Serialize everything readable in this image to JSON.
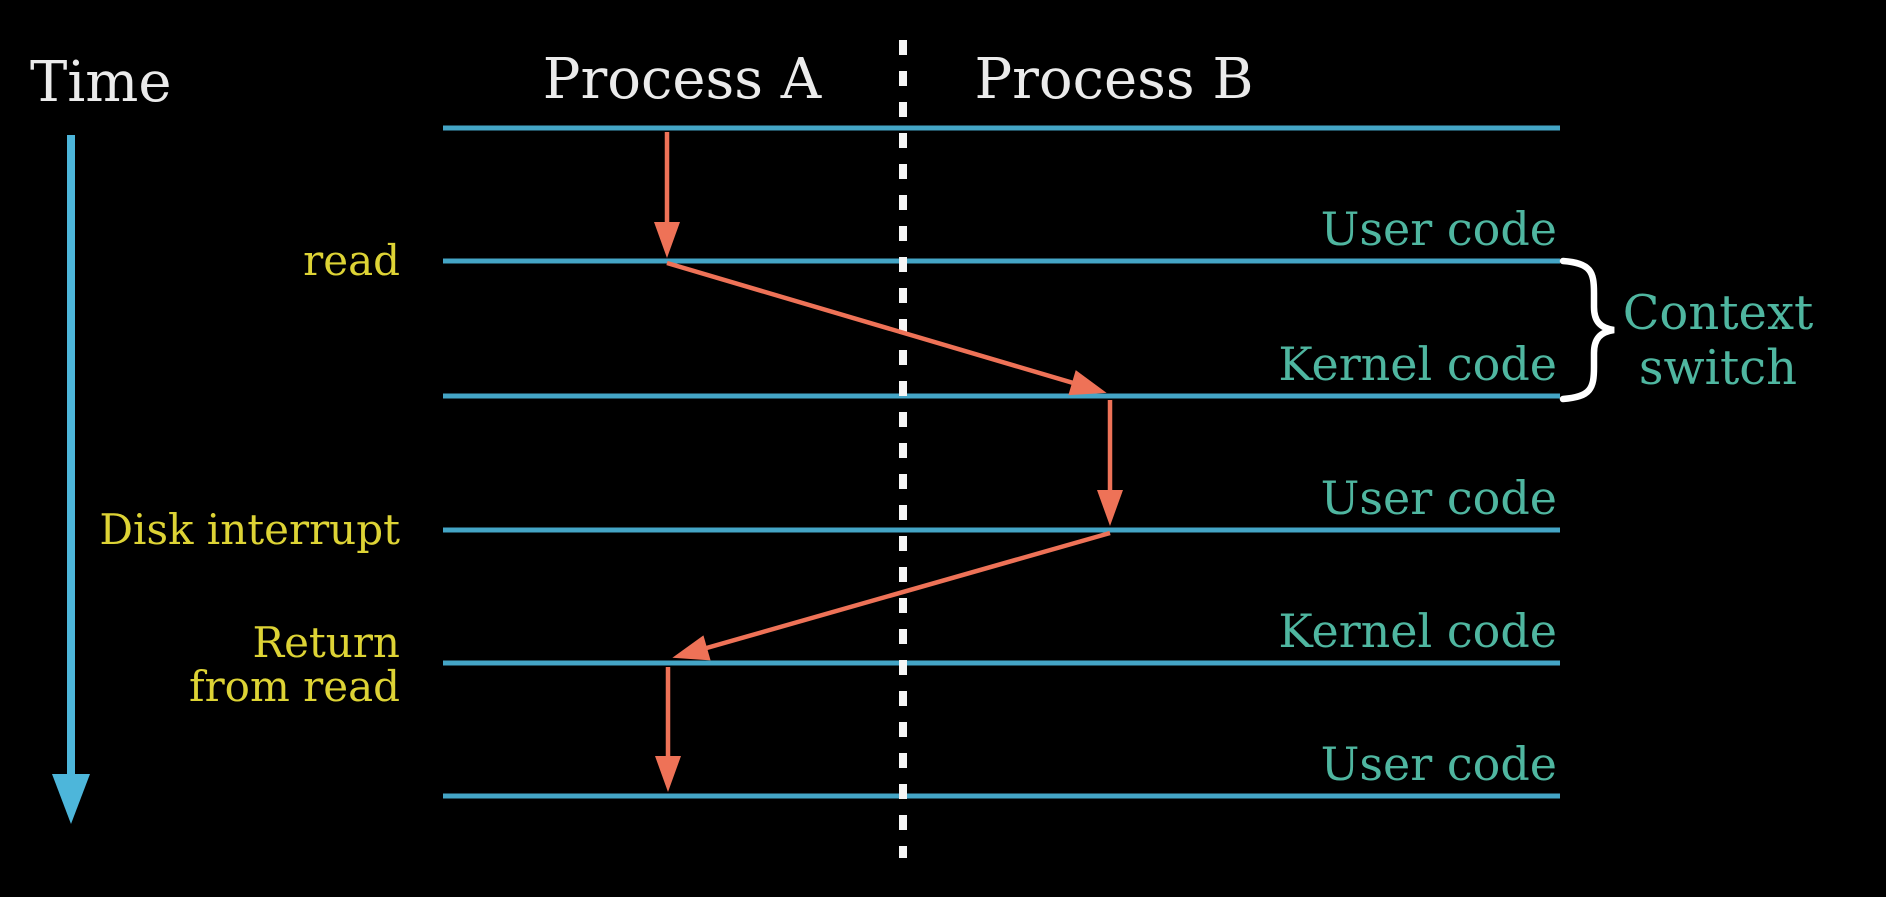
{
  "diagram": {
    "time_axis_label": "Time",
    "process_a": "Process A",
    "process_b": "Process B",
    "events": {
      "read": "read",
      "disk_interrupt": "Disk interrupt",
      "return_from_read": [
        "Return",
        "from read"
      ]
    },
    "code_regions": [
      "User code",
      "Kernel code",
      "User code",
      "Kernel code",
      "User code"
    ],
    "context_switch": [
      "Context",
      "switch"
    ]
  },
  "colors": {
    "background": "#000000",
    "timeline": "#44a5c6",
    "time_arrow": "#4db6da",
    "arrow": "#ee7257",
    "event_text": "#ddd335",
    "code_text": "#4fb6a0",
    "heading_text": "#ebebeb",
    "separator": "#f5f5f5"
  }
}
